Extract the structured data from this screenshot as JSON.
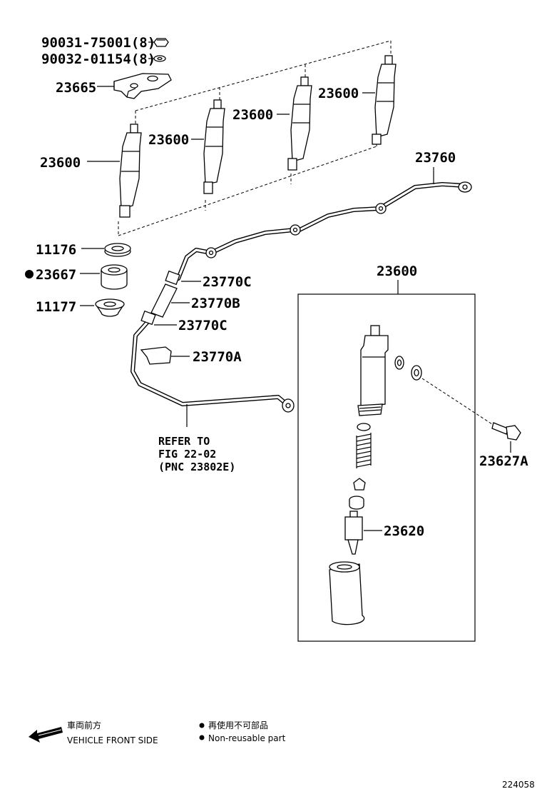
{
  "labels": {
    "nut": "90031-75001(8)",
    "washer": "90032-01154(8)",
    "clamp": "23665",
    "injector_1": "23600",
    "injector_2": "23600",
    "injector_3": "23600",
    "injector_4": "23600",
    "pipe": "23760",
    "seat_upper": "11176",
    "insulator": "23667",
    "seat_lower": "11177",
    "hose_clamp_upper": "23770C",
    "hose": "23770B",
    "hose_clamp_lower": "23770C",
    "hose_bracket": "23770A",
    "injector_assy": "23600",
    "union_bolt": "23627A",
    "nozzle": "23620"
  },
  "refer": {
    "line1": "REFER TO",
    "line2": "FIG 22-02",
    "line3": "(PNC 23802E)"
  },
  "legend": {
    "front_jp": "車両前方",
    "front_en": "VEHICLE FRONT SIDE",
    "nonreuse_jp": "再使用不可部品",
    "nonreuse_en": "Non-reusable part"
  },
  "figure_number": "224058",
  "icons": [
    "front-arrow-icon",
    "non-reusable-dot-icon"
  ]
}
